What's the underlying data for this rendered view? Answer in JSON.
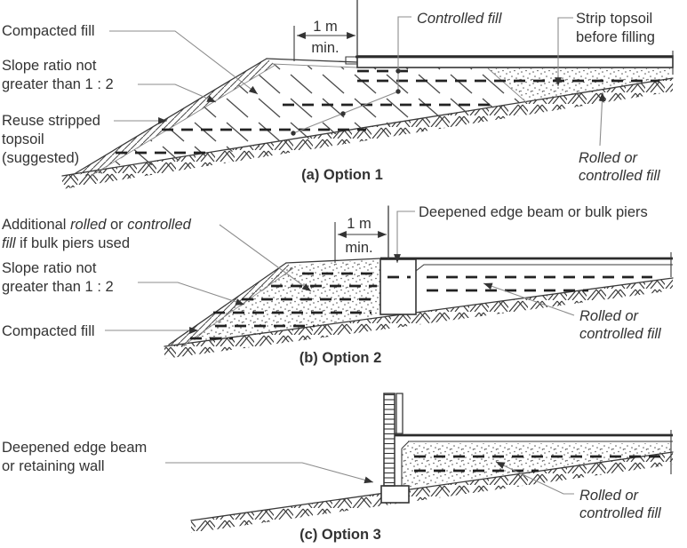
{
  "colors": {
    "ink": "#3a3a3a",
    "leader_line": "#8c8c8c",
    "dash_line": "#222222",
    "background": "#ffffff"
  },
  "labels": {
    "o1": {
      "compacted_fill": "Compacted fill",
      "slope_ratio_l1": "Slope ratio not",
      "slope_ratio_l2": "greater than 1 : 2",
      "reuse_l1": "Reuse stripped",
      "reuse_l2": "topsoil",
      "reuse_l3": "(suggested)",
      "dim_value": "1 m",
      "dim_min": "min.",
      "controlled_fill": "Controlled fill",
      "strip_l1": "Strip topsoil",
      "strip_l2": "before filling",
      "rolled_l1": "Rolled or",
      "rolled_l2": "controlled fill",
      "caption": "(a) Option 1"
    },
    "o2": {
      "additional_l1_a": "Additional ",
      "additional_l1_b": "rolled",
      "additional_l1_c": " or ",
      "additional_l1_d": "controlled",
      "additional_l2_a": "fill",
      "additional_l2_b": " if bulk piers used",
      "slope_ratio_l1": "Slope ratio not",
      "slope_ratio_l2": "greater than 1 : 2",
      "compacted_fill": "Compacted fill",
      "dim_value": "1 m",
      "dim_min": "min.",
      "deepened": "Deepened edge beam or bulk piers",
      "rolled_l1": "Rolled or",
      "rolled_l2": "controlled fill",
      "caption": "(b) Option 2"
    },
    "o3": {
      "deepened_l1": "Deepened edge beam",
      "deepened_l2": "or retaining wall",
      "rolled_l1": "Rolled or",
      "rolled_l2": "controlled fill",
      "caption": "(c) Option 3"
    }
  }
}
